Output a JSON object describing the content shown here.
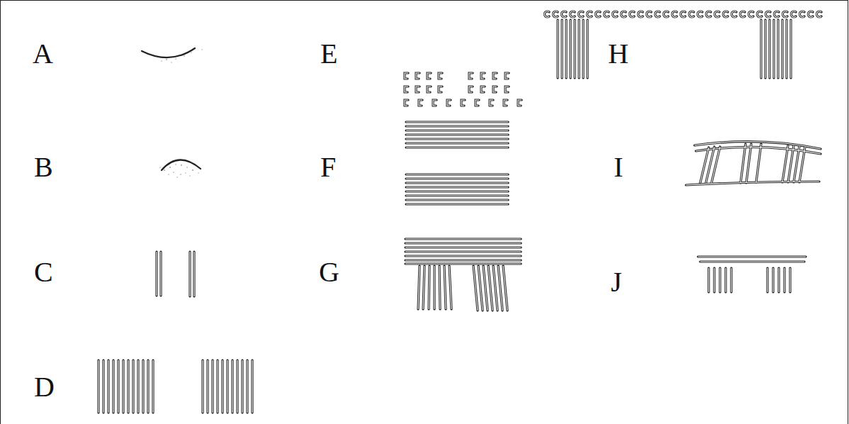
{
  "diagram": {
    "labels": [
      "A",
      "E",
      "H",
      "B",
      "F",
      "I",
      "C",
      "G",
      "J",
      "D"
    ]
  }
}
